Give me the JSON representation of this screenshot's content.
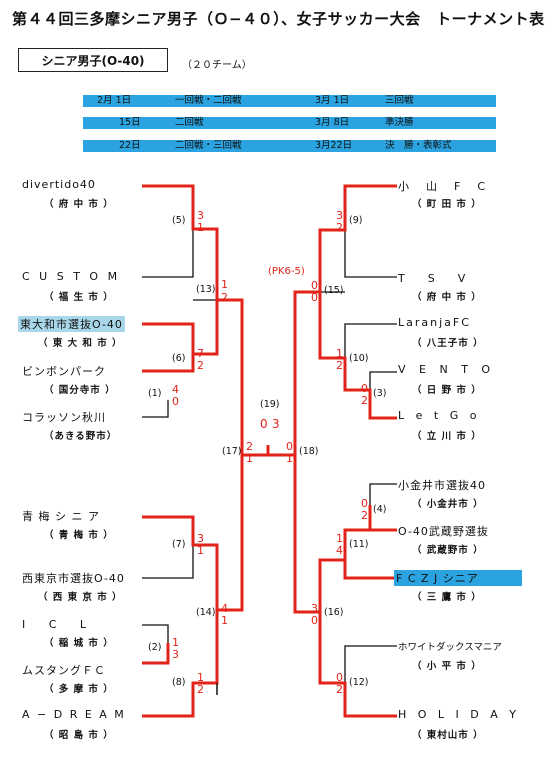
{
  "title": "第４４回三多摩シニア男子（Ｏ−４０）、女子サッカー大会　トーナメント表",
  "category": "シニア男子(O-40)",
  "team_count": "（２０チーム）",
  "schedule": [
    {
      "d1": "2月  1日",
      "r1": "一回戦・二回戦",
      "d2": "3月  1日",
      "r2": "三回戦"
    },
    {
      "d1": "15日",
      "r1": "二回戦",
      "d2": "3月  8日",
      "r2": "準決勝"
    },
    {
      "d1": "22日",
      "r1": "二回戦・三回戦",
      "d2": "3月22日",
      "r2": "決　勝・表彰式"
    }
  ],
  "left_teams": [
    {
      "name": "divertido40",
      "city": "（ 府 中 市 ）"
    },
    {
      "name": "C U S T O M",
      "city": "（ 福 生 市 ）"
    },
    {
      "name": "東大和市選抜O-40",
      "city": "（ 東 大 和 市 ）"
    },
    {
      "name": "ビンボンパーク",
      "city": "（ 国分寺市 ）"
    },
    {
      "name": "コラッソン秋川",
      "city": "（あきる野市）"
    },
    {
      "name": "青 梅 シ ニ ア",
      "city": "（ 青 梅 市 ）"
    },
    {
      "name": "西東京市選抜O-40",
      "city": "（ 西 東 京 市 ）"
    },
    {
      "name": "I　 C 　L",
      "city": "（ 稲 城 市 ）"
    },
    {
      "name": "ムスタングＦＣ",
      "city": "（ 多 摩 市 ）"
    },
    {
      "name": "A − D R E A M",
      "city": "（ 昭 島 市 ）"
    }
  ],
  "right_teams": [
    {
      "name": "小　山　F　C",
      "city": "（ 町 田 市 ）"
    },
    {
      "name": "T　S　V",
      "city": "（ 府 中 市 ）"
    },
    {
      "name": "LaranjaFC",
      "city": "（ 八王子市 ）"
    },
    {
      "name": "V E N T O",
      "city": "（ 日 野 市 ）"
    },
    {
      "name": "L e t  G o",
      "city": "（ 立 川 市 ）"
    },
    {
      "name": "小金井市選抜40",
      "city": "（ 小金井市 ）"
    },
    {
      "name": "O-40武蔵野選抜",
      "city": "（ 武蔵野市 ）"
    },
    {
      "name": "F C Z J シニア",
      "city": "（ 三 鷹 市 ）"
    },
    {
      "name": "ホワイトダックスマニア",
      "city": "（ 小 平 市 ）"
    },
    {
      "name": "H O L I D A Y",
      "city": "（ 東村山市 ）"
    }
  ],
  "match_numbers": [
    "(1)",
    "(2)",
    "(3)",
    "(4)",
    "(5)",
    "(6)",
    "(7)",
    "(8)",
    "(9)",
    "(10)",
    "(11)",
    "(12)",
    "(13)",
    "(14)",
    "(15)",
    "(16)",
    "(17)",
    "(18)",
    "(19)"
  ],
  "scores": {
    "m5a": "3",
    "m5b": "1",
    "m13a": "1",
    "m13b": "2",
    "m6a": "7",
    "m6b": "2",
    "m1a": "4",
    "m1b": "0",
    "m17a": "2",
    "m17b": "1",
    "m19a": "0",
    "m19b": "3",
    "m18a": "0",
    "m18b": "1",
    "m7a": "3",
    "m7b": "1",
    "m14a": "4",
    "m14b": "1",
    "m2a": "1",
    "m2b": "3",
    "m8a": "1",
    "m8b": "2",
    "m9a": "3",
    "m9b": "2",
    "m15a": "0",
    "m15b": "0",
    "m10a": "1",
    "m10b": "2",
    "m3a": "0",
    "m3b": "2",
    "m4a": "0",
    "m4b": "2",
    "m11a": "1",
    "m11b": "4",
    "m16a": "3",
    "m16b": "0",
    "m12a": "0",
    "m12b": "2"
  },
  "pk_note": "(PK6-5)",
  "colors": {
    "winner": "#e2231a",
    "normal": "#111111",
    "schedule_bar": "#2aa3e0",
    "highlight": "#a9d7ea"
  }
}
